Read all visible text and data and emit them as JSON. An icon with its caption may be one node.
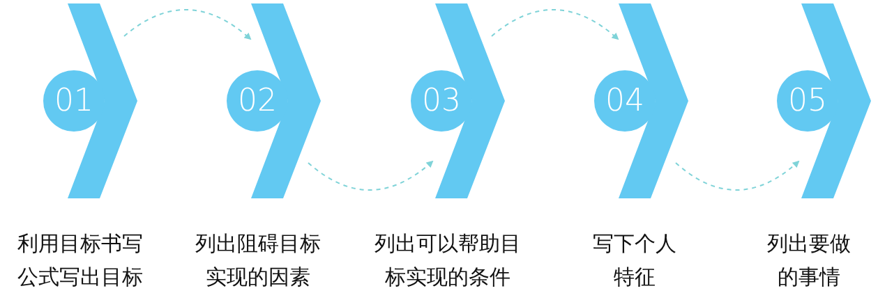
{
  "diagram": {
    "nodes": [
      {
        "text": [
          "01"
        ],
        "beside": [
          "利用目标书写公式写出目标"
        ]
      },
      {
        "text": [
          "02"
        ],
        "beside": [
          "列出阻碍目标实现的因素"
        ]
      },
      {
        "text": [
          "03"
        ],
        "beside": [
          "列出可以帮助目标实现的条件"
        ]
      },
      {
        "text": [
          "04"
        ],
        "beside": [
          "写下个人特征"
        ]
      },
      {
        "text": [
          "05"
        ],
        "beside": [
          "列出要做的事情"
        ]
      }
    ],
    "edges": [
      {
        "from": 0,
        "to": 1,
        "arrow": "to",
        "style": "dashed",
        "color": "#7fd3d8"
      },
      {
        "from": 1,
        "to": 2,
        "arrow": "to",
        "style": "dashed",
        "color": "#7fd3d8"
      },
      {
        "from": 2,
        "to": 3,
        "arrow": "to",
        "style": "dashed",
        "color": "#7fd3d8"
      },
      {
        "from": 3,
        "to": 4,
        "arrow": "to",
        "style": "dashed",
        "color": "#7fd3d8"
      }
    ]
  }
}
